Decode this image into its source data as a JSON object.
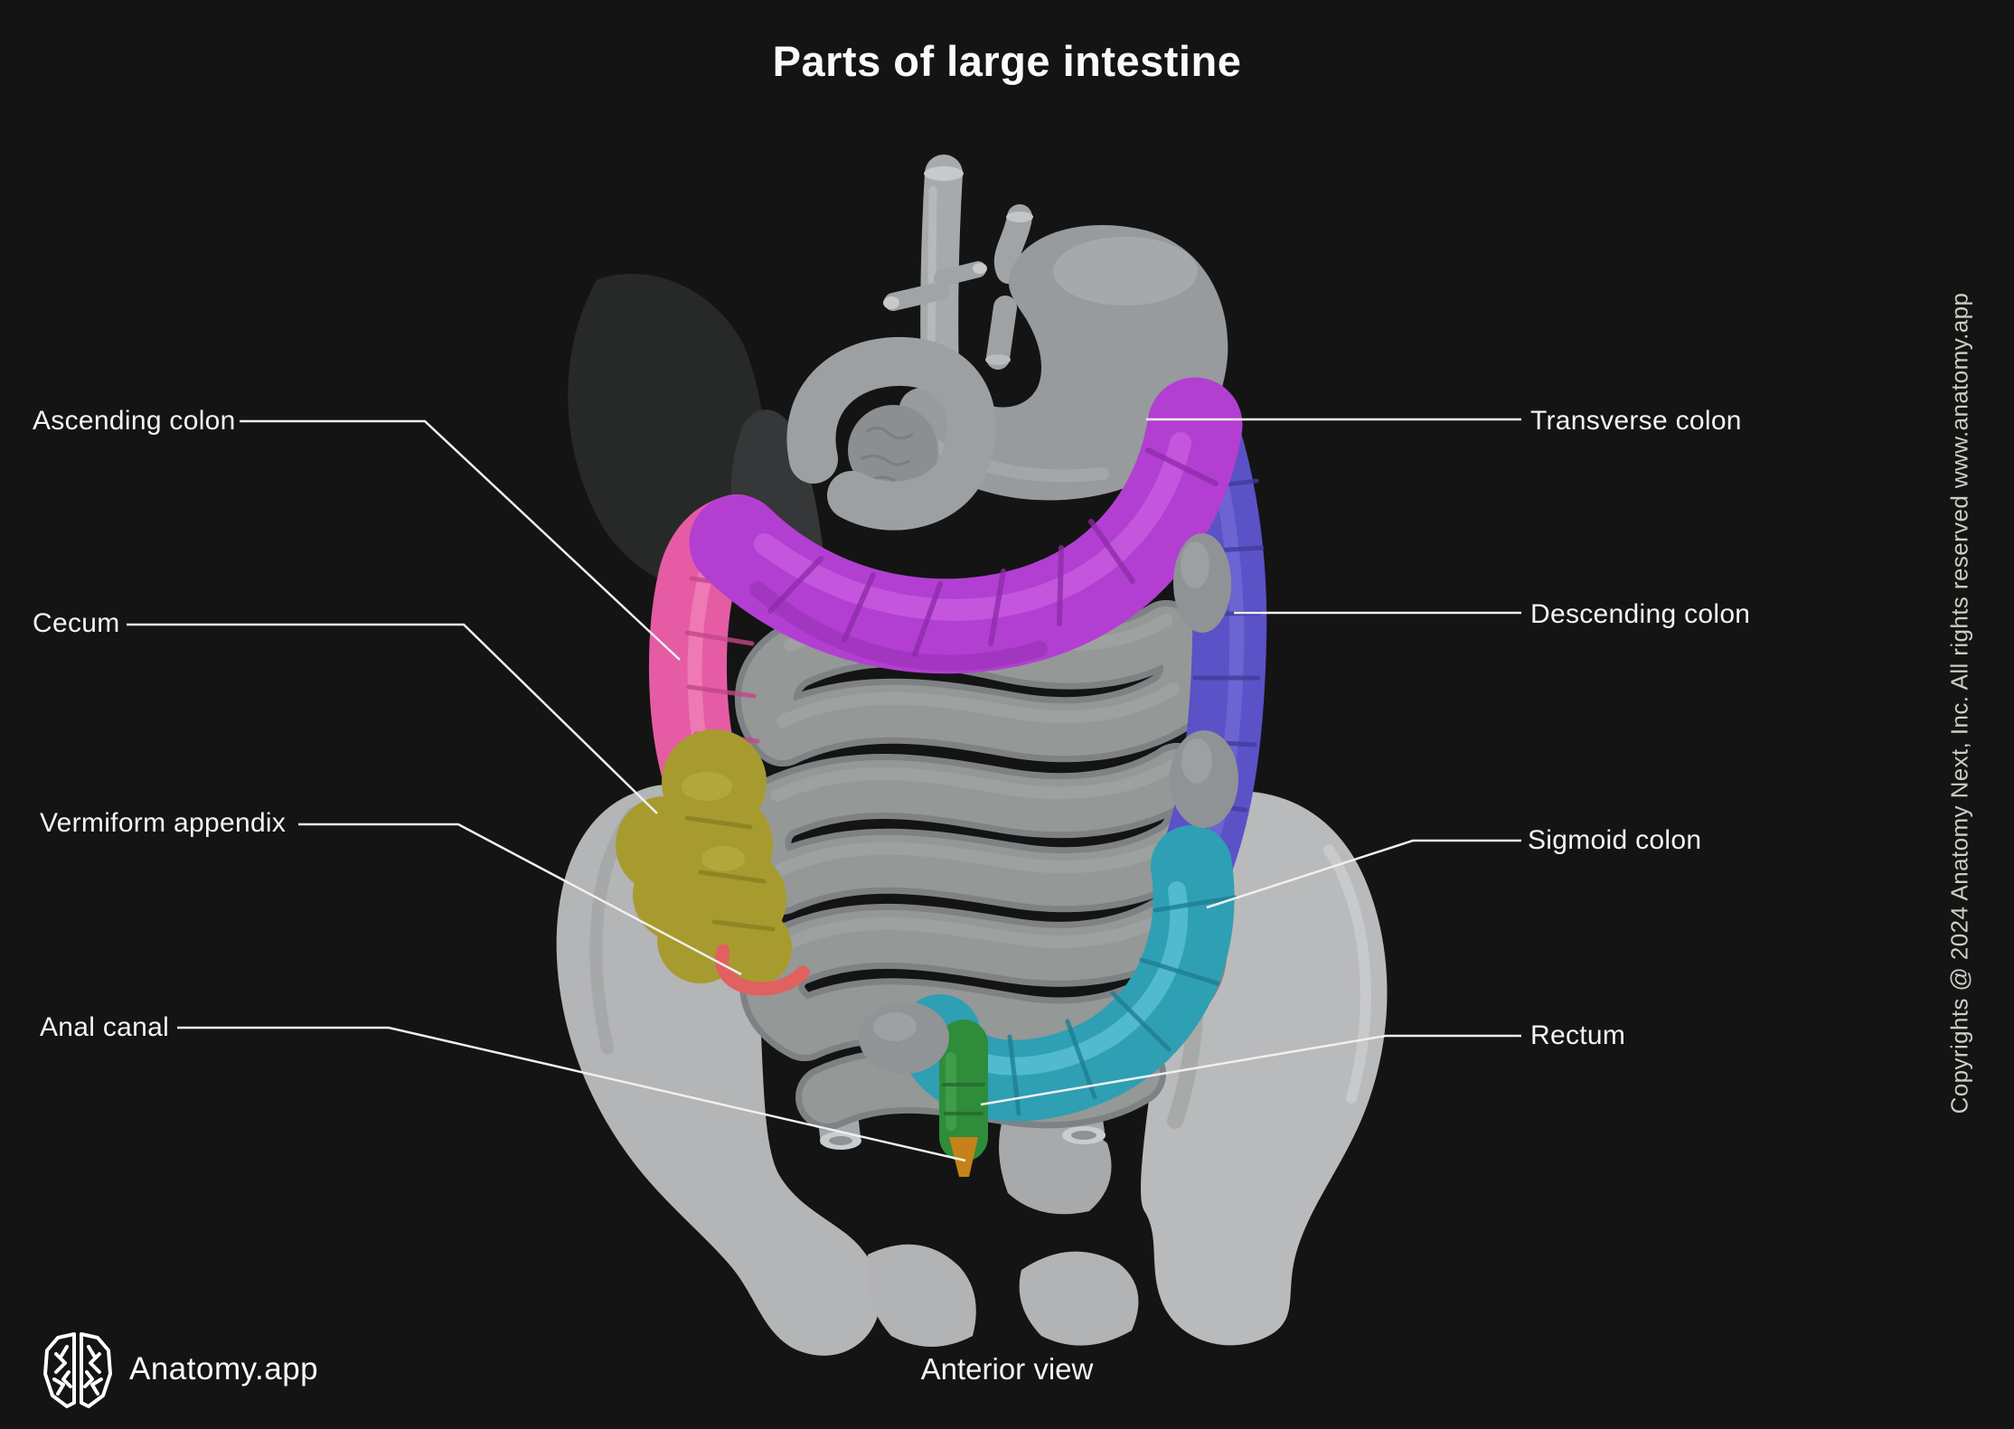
{
  "title": "Parts of large intestine",
  "view_label": "Anterior view",
  "brand": {
    "name": "Anatomy.app"
  },
  "copyright": "Copyrights @ 2024 Anatomy Next, Inc. All rights reserved www.anatomy.app",
  "labels": {
    "left": [
      {
        "id": "ascending-colon",
        "text": "Ascending colon"
      },
      {
        "id": "cecum",
        "text": "Cecum"
      },
      {
        "id": "vermiform-appendix",
        "text": "Vermiform appendix"
      },
      {
        "id": "anal-canal",
        "text": "Anal canal"
      }
    ],
    "right": [
      {
        "id": "transverse-colon",
        "text": "Transverse colon"
      },
      {
        "id": "descending-colon",
        "text": "Descending colon"
      },
      {
        "id": "sigmoid-colon",
        "text": "Sigmoid colon"
      },
      {
        "id": "rectum",
        "text": "Rectum"
      }
    ]
  },
  "colors": {
    "background": "#141414",
    "label_text": "#f4f4f4",
    "leader_line": "#f0f0f0",
    "copyright_text": "#cfccc4",
    "ascending_colon": "#e55ca4",
    "transverse_colon": "#b23fd2",
    "descending_colon": "#5a52c6",
    "sigmoid_colon": "#2f9fb4",
    "rectum": "#2f8c3a",
    "anal_canal": "#c58218",
    "cecum": "#a79b2f",
    "vermiform_appendix": "#e0615f"
  }
}
